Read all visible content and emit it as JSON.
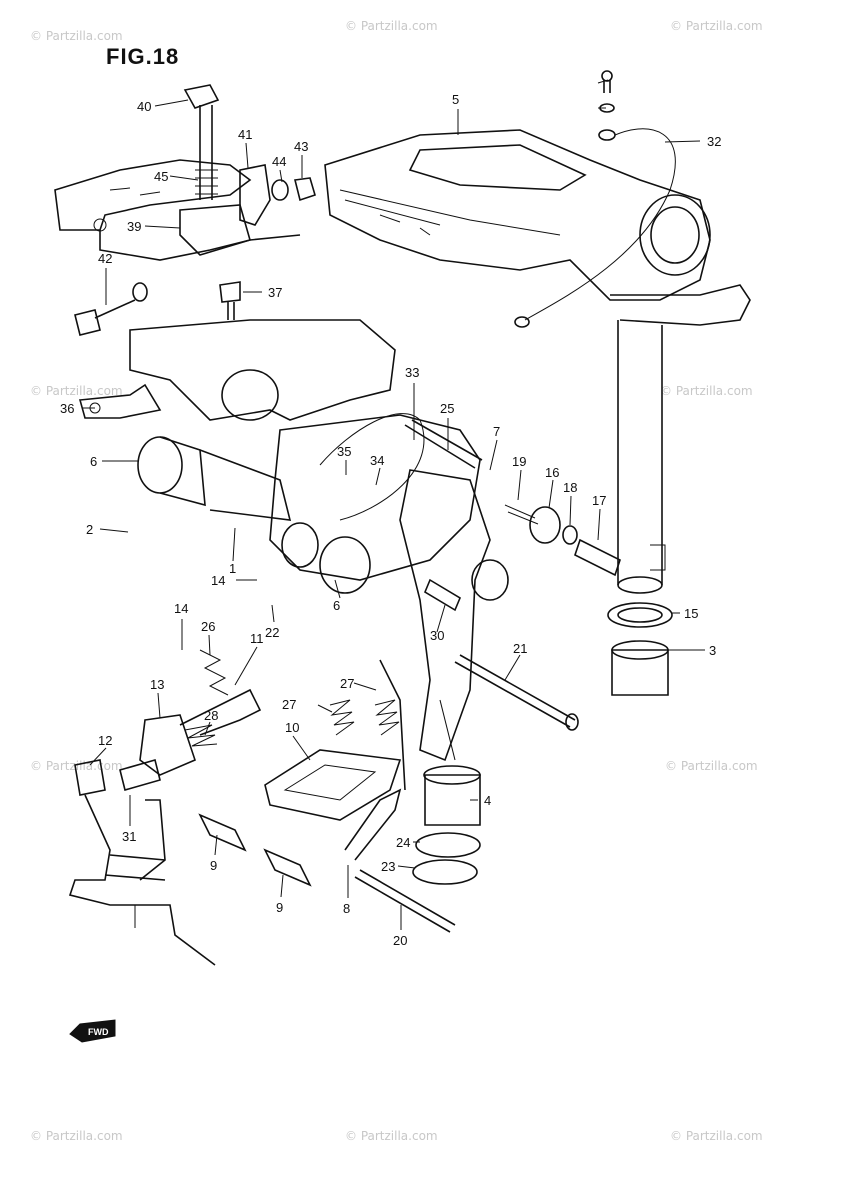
{
  "figure_title": "FIG.18",
  "fwd_label": "FWD",
  "watermark": "© Partzilla.com",
  "callouts": [
    "40",
    "41",
    "44",
    "43",
    "45",
    "39",
    "42",
    "37",
    "36",
    "6",
    "2",
    "1",
    "14",
    "22",
    "33",
    "25",
    "7",
    "35",
    "34",
    "19",
    "16",
    "18",
    "17",
    "32",
    "5",
    "14",
    "26",
    "11",
    "13",
    "28",
    "12",
    "31",
    "9",
    "9",
    "10",
    "27",
    "27",
    "8",
    "4",
    "24",
    "23",
    "20",
    "21",
    "30",
    "15",
    "3",
    "6"
  ]
}
